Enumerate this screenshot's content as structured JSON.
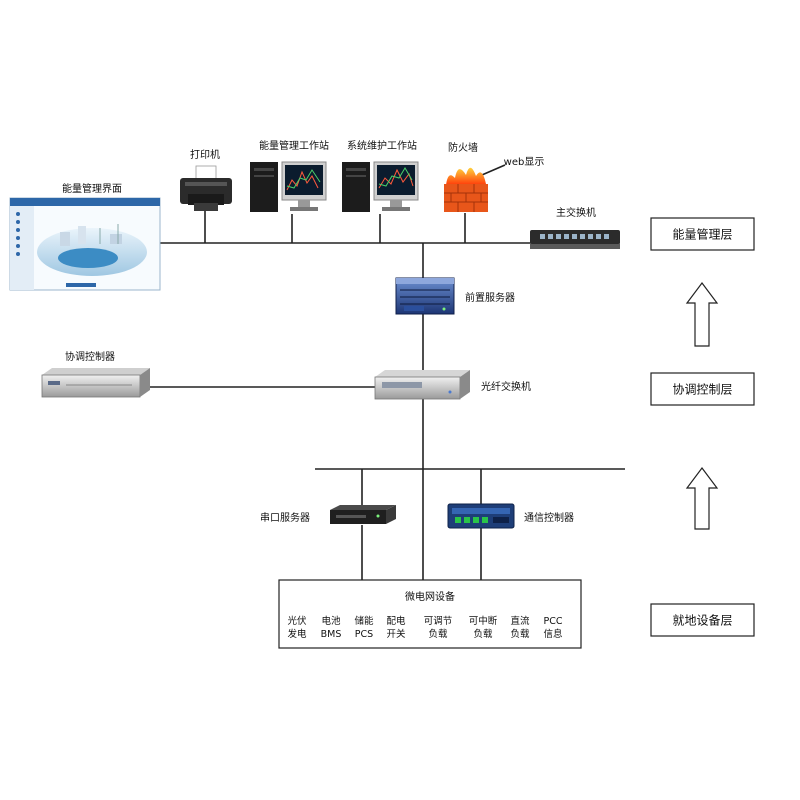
{
  "devices": {
    "energy_ui": "能量管理界面",
    "printer": "打印机",
    "energy_workstation": "能量管理工作站",
    "maintenance_workstation": "系统维护工作站",
    "firewall": "防火墙",
    "web_display": "web显示",
    "main_switch": "主交换机",
    "front_server": "前置服务器",
    "coord_controller": "协调控制器",
    "fiber_switch": "光纤交换机",
    "serial_server": "串口服务器",
    "comm_controller": "通信控制器"
  },
  "microgrid": {
    "title": "微电网设备",
    "items": [
      {
        "line1": "光伏",
        "line2": "发电"
      },
      {
        "line1": "电池",
        "line2": "BMS"
      },
      {
        "line1": "储能",
        "line2": "PCS"
      },
      {
        "line1": "配电",
        "line2": "开关"
      },
      {
        "line1": "可调节",
        "line2": "负载"
      },
      {
        "line1": "可中断",
        "line2": "负载"
      },
      {
        "line1": "直流",
        "line2": "负载"
      },
      {
        "line1": "PCC",
        "line2": "信息"
      }
    ]
  },
  "layers": {
    "energy": "能量管理层",
    "coordination": "协调控制层",
    "field": "就地设备层"
  }
}
